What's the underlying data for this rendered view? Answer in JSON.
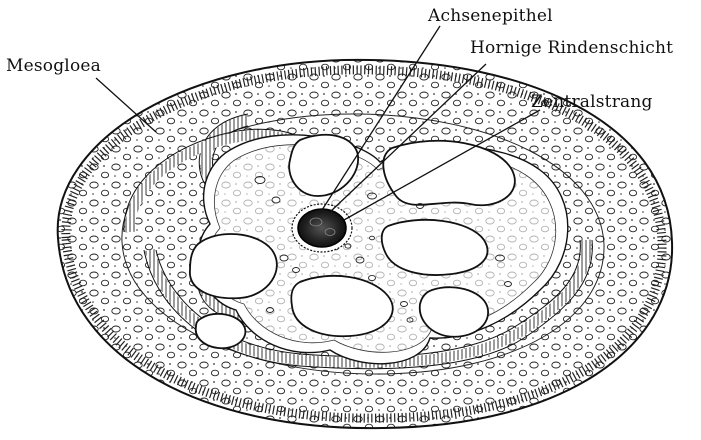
{
  "labels": {
    "mesogloea": "Mesogloea",
    "achsenepithel": "Achsenepithel",
    "hornige_rindenschicht": "Hornige Rindenschicht",
    "zentralstrang": "Zentralstrang"
  },
  "colors": {
    "ink": "#111111",
    "paper": "#ffffff",
    "core": "#2a2a2a"
  }
}
